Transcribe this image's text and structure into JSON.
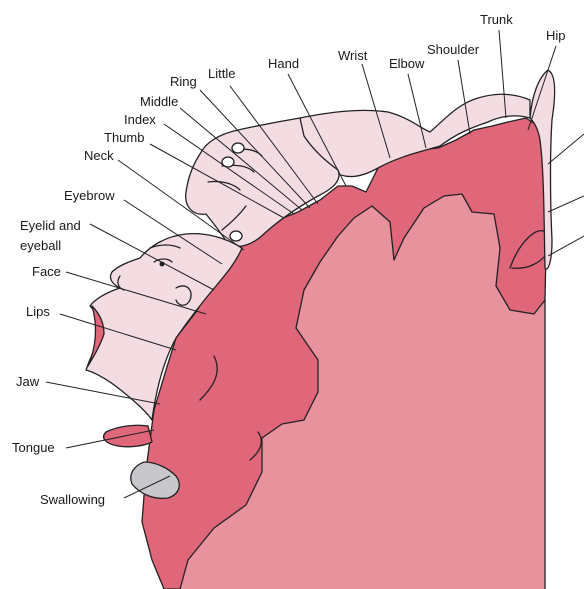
{
  "labels": {
    "trunk": "Trunk",
    "hip": "Hip",
    "shoulder": "Shoulder",
    "wrist": "Wrist",
    "elbow": "Elbow",
    "hand": "Hand",
    "little": "Little",
    "ring": "Ring",
    "middle": "Middle",
    "index": "Index",
    "thumb": "Thumb",
    "neck": "Neck",
    "eyebrow": "Eyebrow",
    "eyelid_line1": "Eyelid and",
    "eyelid_line2": "eyeball",
    "face": "Face",
    "lips": "Lips",
    "jaw": "Jaw",
    "tongue": "Tongue",
    "swallowing": "Swallowing"
  },
  "colors": {
    "cortex": "#e0667a",
    "white_matter": "#e8929d",
    "body_map": "#f3dde2",
    "background": "#ffffff"
  }
}
